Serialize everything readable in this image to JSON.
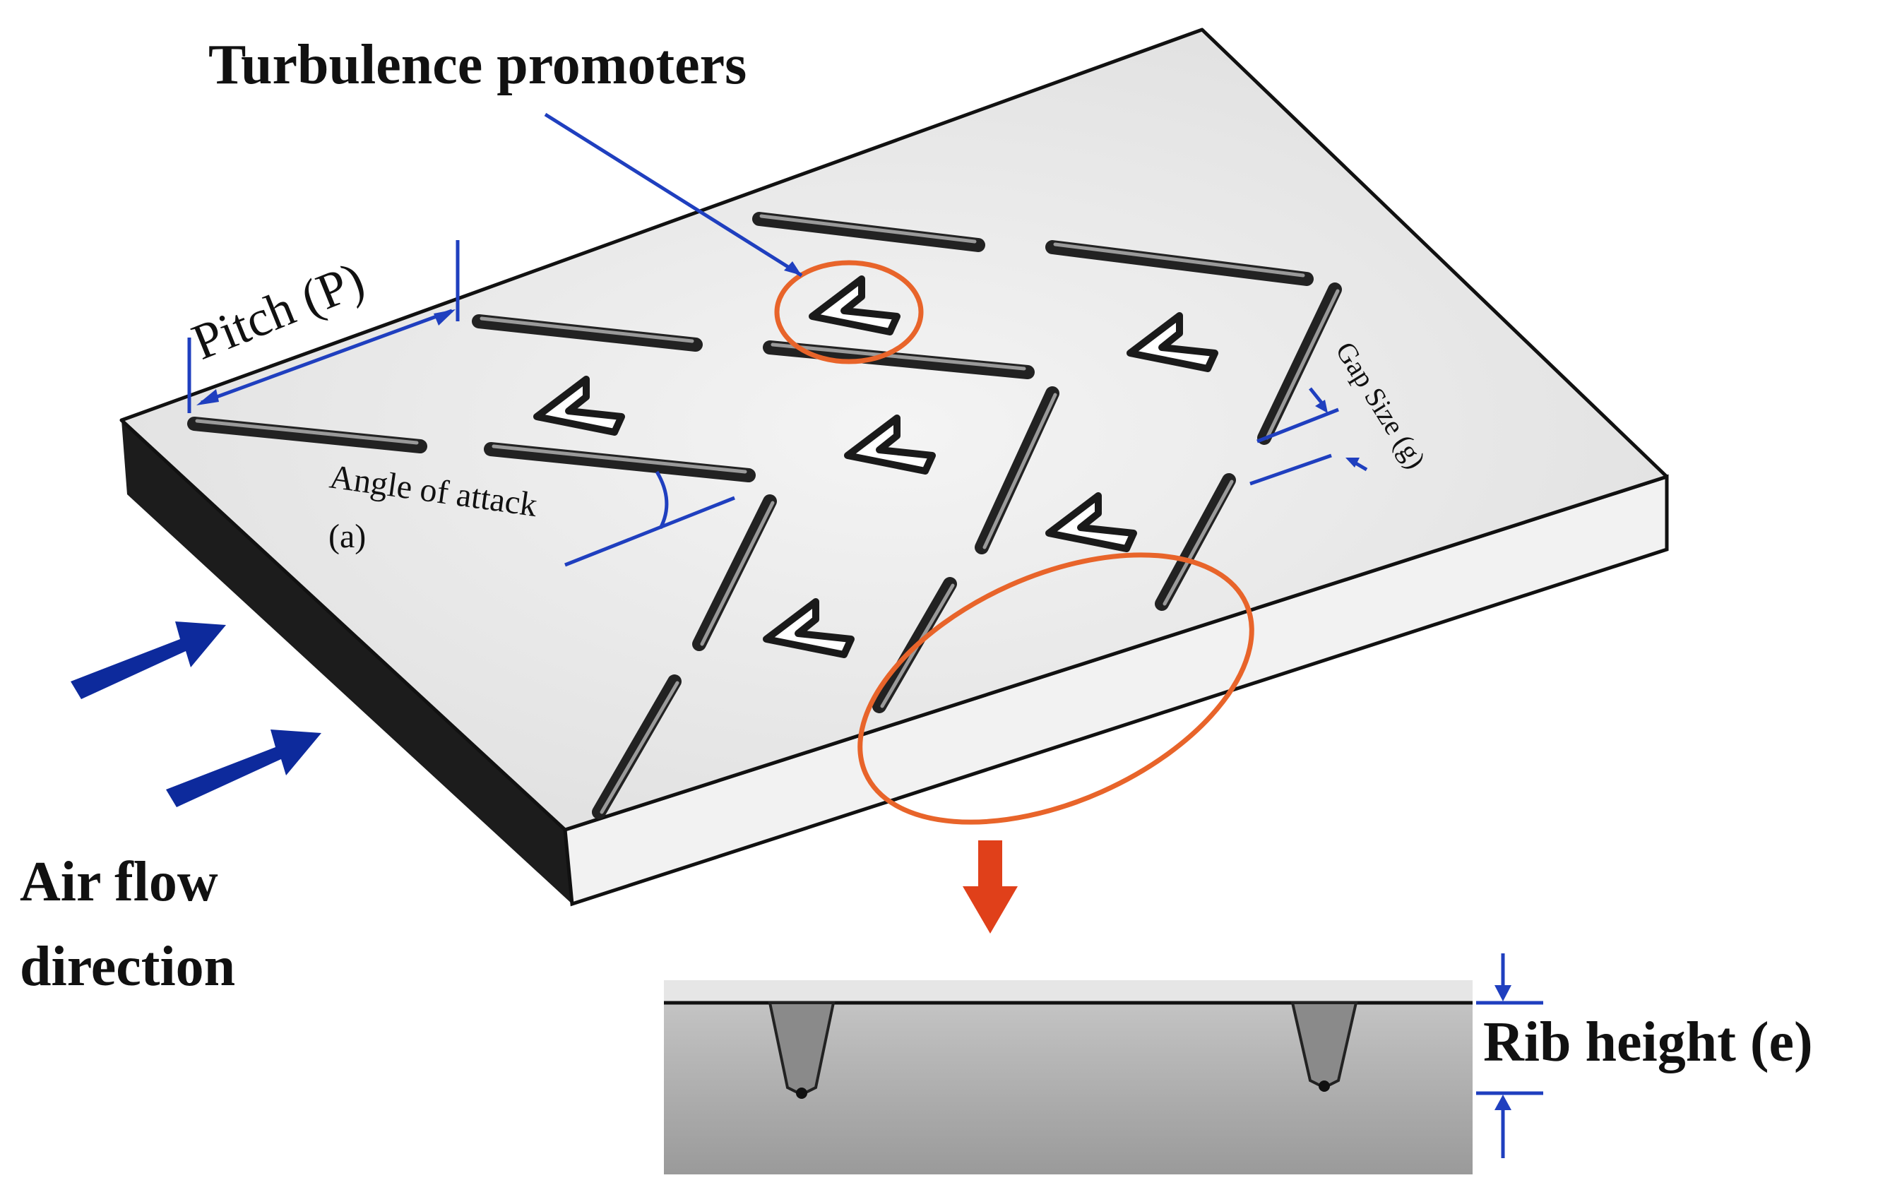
{
  "labels": {
    "turbulence_promoters": "Turbulence promoters",
    "pitch": "Pitch (P)",
    "angle_of_attack": "Angle of attack",
    "angle_symbol": "(a)",
    "gap_size": "Gap Size (g)",
    "air_flow_line1": "Air flow",
    "air_flow_line2": "direction",
    "rib_height": "Rib height (e)"
  },
  "colors": {
    "plate_top": "#ebebeb",
    "plate_edge": "#1a1a1a",
    "rib": "#2a2a2a",
    "dimension_line": "#1f3fbf",
    "highlight_circle": "#e8642a",
    "flow_arrow": "#0d2a9c",
    "section_arrow": "#e0401a",
    "section_fill": "#a8a8a8"
  },
  "icons": {
    "flow_arrow": "arrow-right-up-icon",
    "section_arrow": "arrow-down-icon"
  }
}
